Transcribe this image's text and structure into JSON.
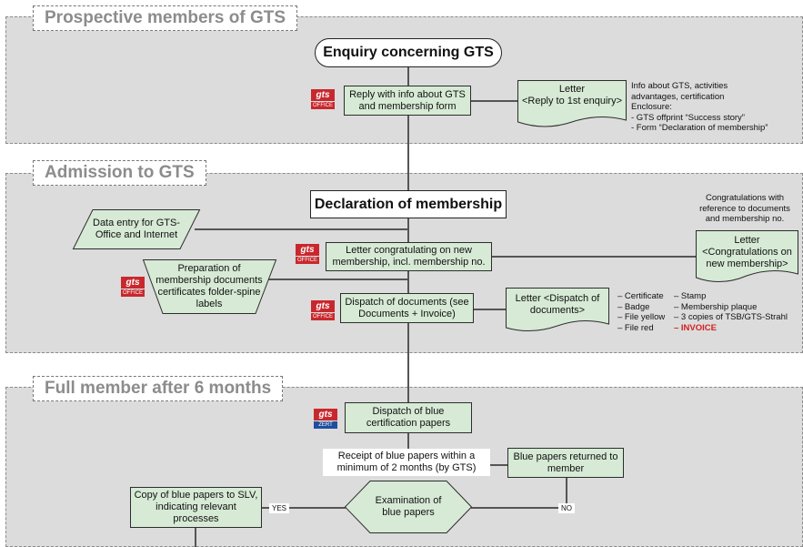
{
  "sections": {
    "prospective": "Prospective members of GTS",
    "admission": "Admission to GTS",
    "full_member": "Full member after 6 months"
  },
  "nodes": {
    "enquiry": "Enquiry concerning GTS",
    "reply": "Reply with info about GTS and membership form",
    "letter_reply_title": "Letter",
    "letter_reply_sub": "<Reply to 1st enquiry>",
    "declaration": "Declaration of membership",
    "data_entry": "Data entry for GTS-Office and Internet",
    "letter_congrats_action": "Letter congratulating on new membership, incl. membership no.",
    "letter_congrats_title": "Letter",
    "letter_congrats_sub": "<Congratulations on new membership>",
    "preparation": "Preparation of membership documents certificates folder-spine labels",
    "dispatch_docs": "Dispatch of documents (see Documents + Invoice)",
    "letter_dispatch": "Letter <Dispatch of documents>",
    "dispatch_blue": "Dispatch of blue certification papers",
    "receipt": "Receipt of blue papers within a minimum of 2 months (by GTS)",
    "returned": "Blue papers returned to member",
    "examination": "Examination of blue papers",
    "copy_slv": "Copy of blue papers to SLV, indicating relevant processes"
  },
  "notes": {
    "info": [
      "Info about GTS, activities",
      "advantages, certification",
      "Enclosure:",
      "- GTS offprint “Success story”",
      "- Form “Declaration of membership”"
    ],
    "congrats": [
      "Congratulations with",
      "reference to documents",
      "and membership no."
    ],
    "docs_col1": [
      "– Certificate",
      "– Badge",
      "– File yellow",
      "– File red"
    ],
    "docs_col2": [
      "– Stamp",
      "– Membership plaque",
      "– 3 copies of TSB/GTS-Strahl"
    ],
    "invoice": "– INVOICE"
  },
  "edge_labels": {
    "yes": "YES",
    "no": "NO"
  },
  "logos": {
    "office_text": "OFFICE",
    "zert_text": "ZERT",
    "mark": "gts"
  },
  "colors": {
    "box_fill": "#d6ead5",
    "band_fill": "#dcdcdc",
    "title_text": "#8c8c8c",
    "invoice": "#d42020",
    "logo_red": "#c8282d",
    "logo_blue": "#1f4e9e"
  }
}
